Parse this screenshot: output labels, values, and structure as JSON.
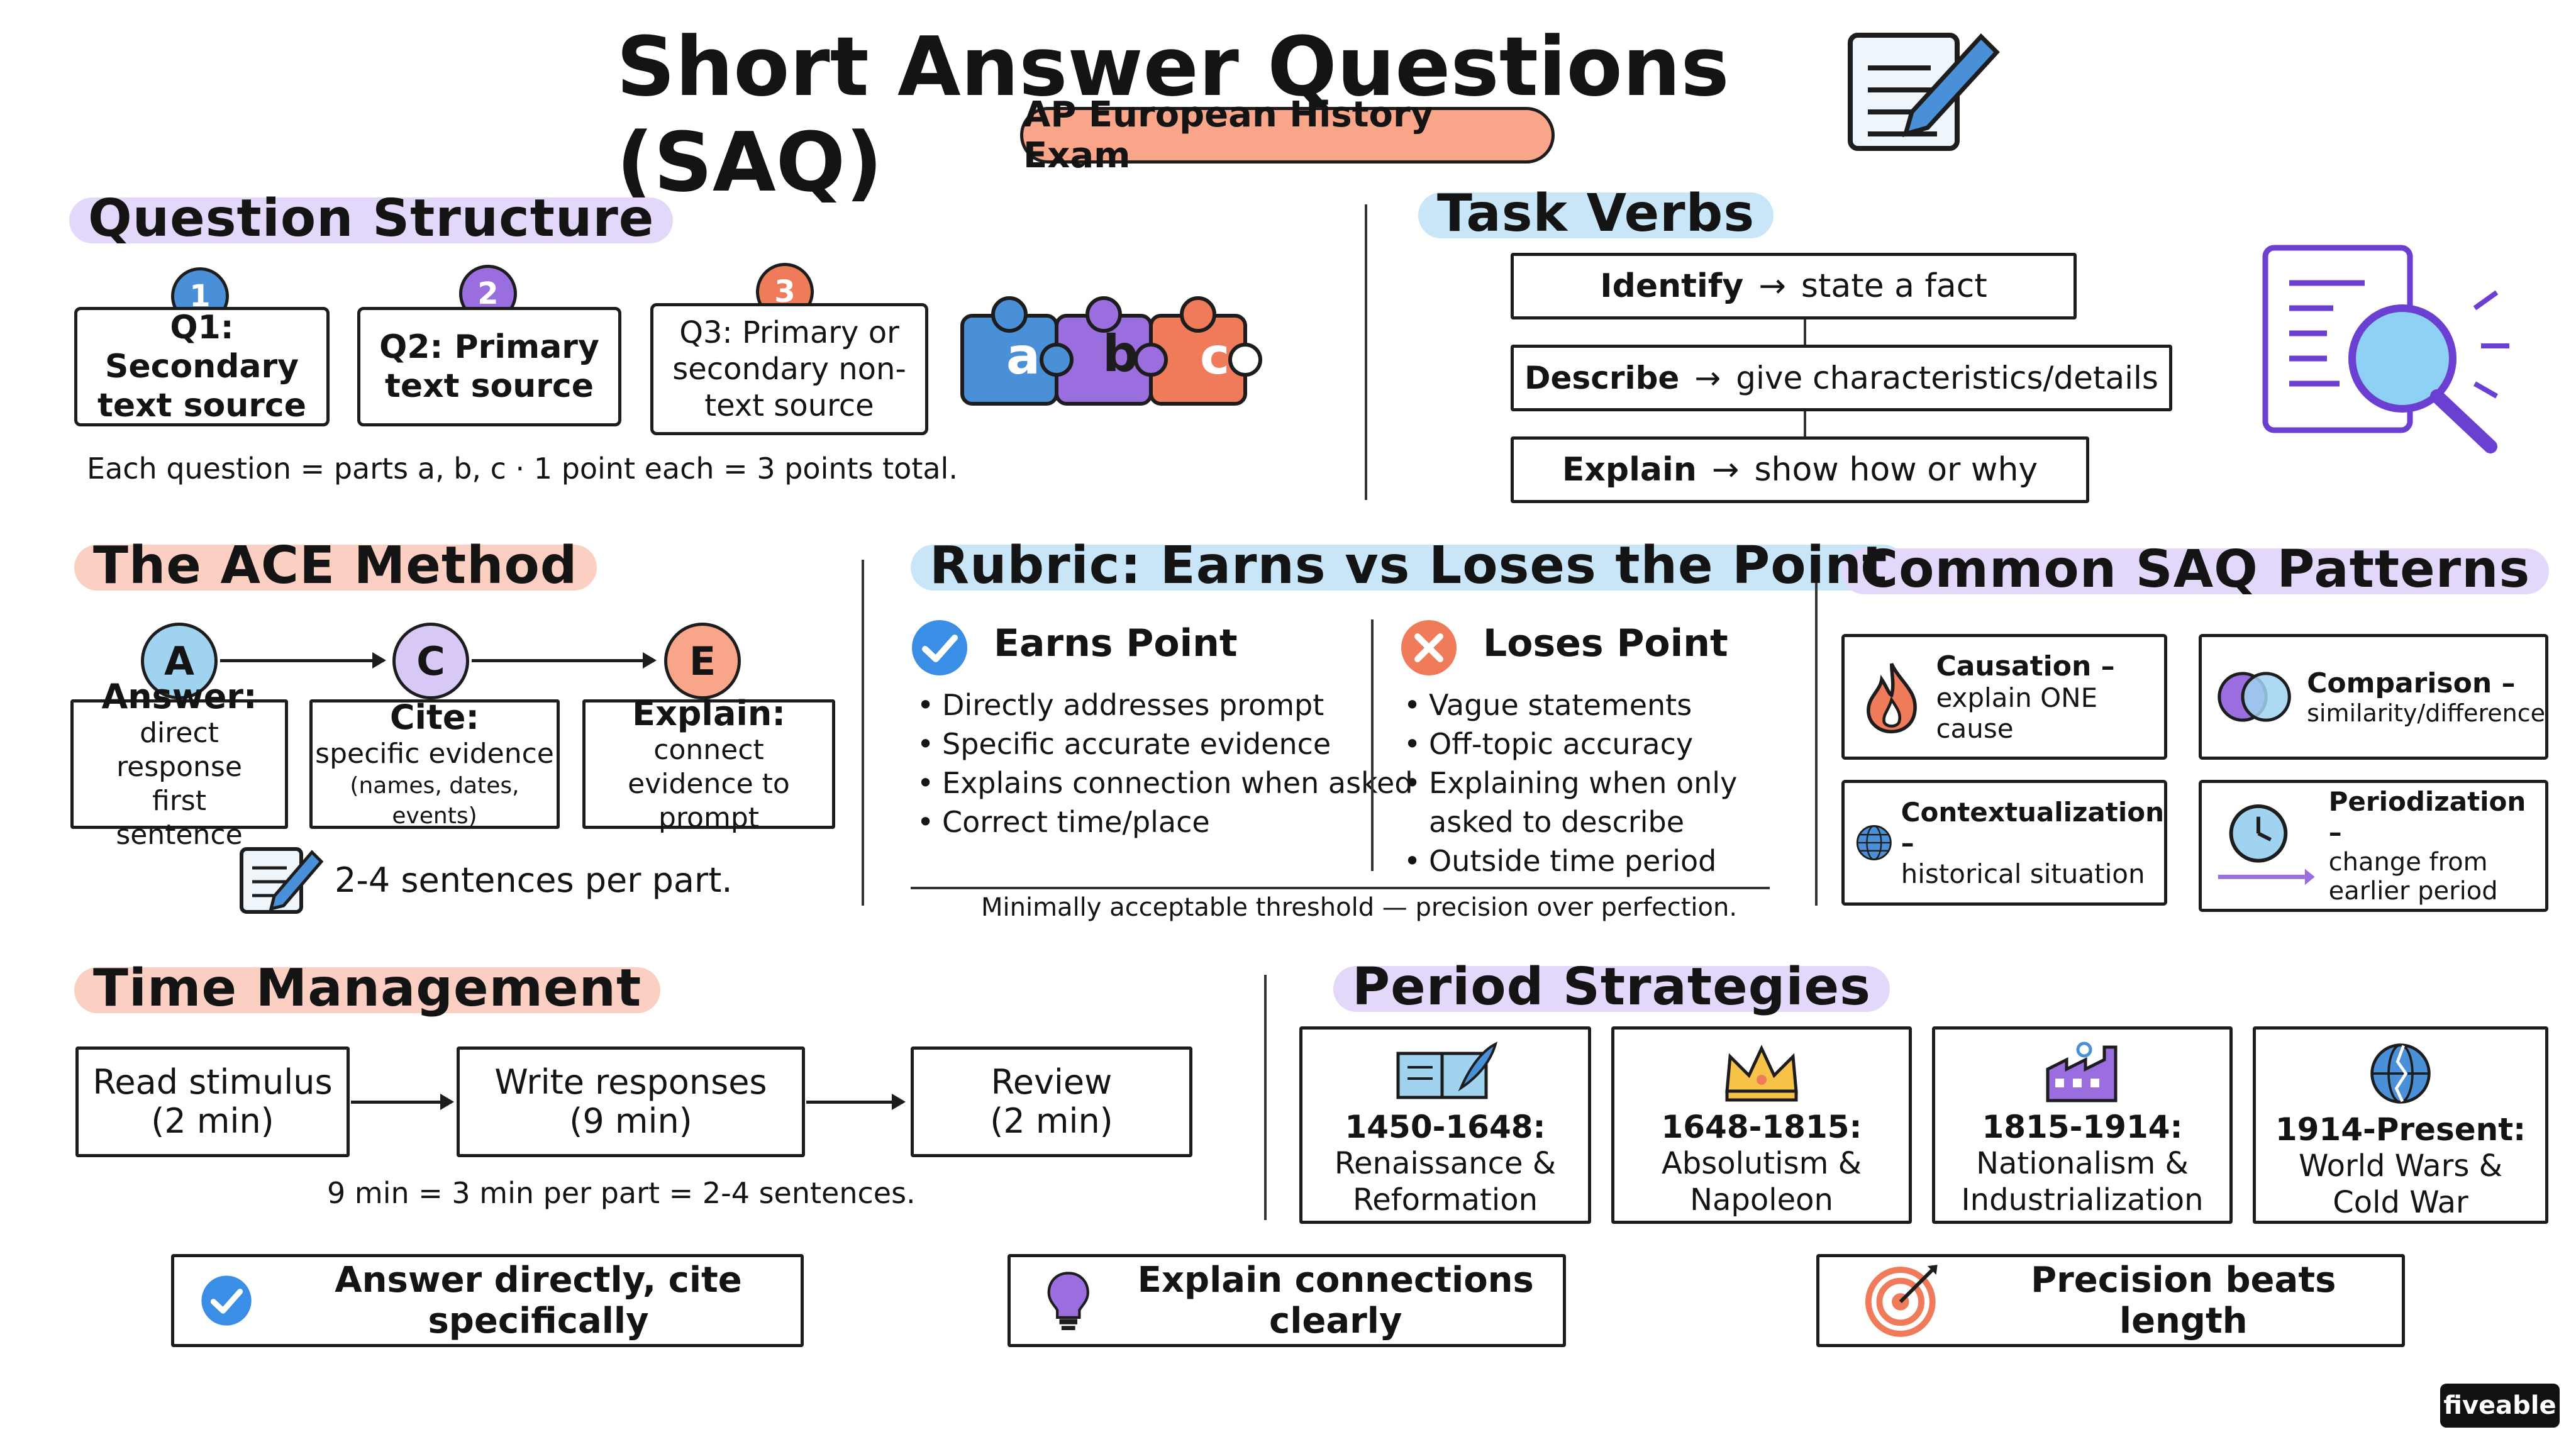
{
  "title": "Short Answer Questions (SAQ)",
  "subtitle": "AP European History Exam",
  "question_structure": {
    "heading": "Question Structure",
    "items": [
      {
        "num": "1",
        "label": "Q1: Secondary text source",
        "color": "#4a90d9"
      },
      {
        "num": "2",
        "label": "Q2: Primary text source",
        "color": "#9b6ee0"
      },
      {
        "num": "3",
        "label": "Q3: Primary or secondary non-text source",
        "color": "#f07b5a"
      }
    ],
    "puzzle": [
      "a",
      "b",
      "c"
    ],
    "note": "Each question = parts a, b, c · 1 point each = 3 points total."
  },
  "task_verbs": {
    "heading": "Task Verbs",
    "items": [
      {
        "verb": "Identify",
        "meaning": "state a fact"
      },
      {
        "verb": "Describe",
        "meaning": "give characteristics/details"
      },
      {
        "verb": "Explain",
        "meaning": "show how or why"
      }
    ]
  },
  "ace": {
    "heading": "The ACE Method",
    "steps": [
      {
        "letter": "A",
        "title": "Answer:",
        "desc": "direct response first sentence",
        "color": "#9fd3f0"
      },
      {
        "letter": "C",
        "title": "Cite:",
        "desc": "specific evidence",
        "extra": "(names, dates, events)",
        "color": "#d8c8f5"
      },
      {
        "letter": "E",
        "title": "Explain:",
        "desc": "connect evidence to prompt",
        "color": "#f8a58a"
      }
    ],
    "note": "2-4 sentences per part."
  },
  "rubric": {
    "heading": "Rubric: Earns vs Loses the Point",
    "earns_title": "Earns Point",
    "earns": [
      "Directly addresses prompt",
      "Specific accurate evidence",
      "Explains connection when asked",
      "Correct time/place"
    ],
    "loses_title": "Loses Point",
    "loses": [
      "Vague statements",
      "Off-topic accuracy",
      "Explaining when only asked to describe",
      "Outside time period"
    ],
    "note": "Minimally acceptable threshold — precision over perfection."
  },
  "patterns": {
    "heading": "Common SAQ Patterns",
    "items": [
      {
        "title": "Causation –",
        "desc": "explain ONE cause",
        "icon": "flame-icon"
      },
      {
        "title": "Comparison –",
        "desc": "similarity/difference",
        "icon": "venn-icon"
      },
      {
        "title": "Contextualization –",
        "desc": "historical situation",
        "icon": "globe-icon"
      },
      {
        "title": "Periodization –",
        "desc": "change from earlier period",
        "icon": "clock-icon"
      }
    ]
  },
  "time": {
    "heading": "Time Management",
    "steps": [
      {
        "label": "Read stimulus",
        "time": "(2 min)"
      },
      {
        "label": "Write responses",
        "time": "(9 min)"
      },
      {
        "label": "Review",
        "time": "(2 min)"
      }
    ],
    "note": "9 min = 3 min per part = 2-4 sentences."
  },
  "periods": {
    "heading": "Period Strategies",
    "items": [
      {
        "range": "1450-1648:",
        "desc": "Renaissance & Reformation",
        "icon": "book-quill-icon"
      },
      {
        "range": "1648-1815:",
        "desc": "Absolutism & Napoleon",
        "icon": "crown-icon"
      },
      {
        "range": "1815-1914:",
        "desc": "Nationalism & Industrialization",
        "icon": "factory-icon"
      },
      {
        "range": "1914-Present:",
        "desc": "World Wars & Cold War",
        "icon": "cracked-globe-icon"
      }
    ]
  },
  "tips": [
    {
      "text": "Answer directly, cite specifically",
      "icon": "check-icon"
    },
    {
      "text": "Explain connections clearly",
      "icon": "lightbulb-icon"
    },
    {
      "text": "Precision beats length",
      "icon": "target-icon"
    }
  ],
  "brand": "fiveable",
  "colors": {
    "blue": "#4a90d9",
    "purple": "#9b6ee0",
    "coral": "#f07b5a",
    "highlight_purple": "#e4d8fa",
    "highlight_blue": "#c8e6f7",
    "highlight_coral": "#fbd0c2"
  }
}
